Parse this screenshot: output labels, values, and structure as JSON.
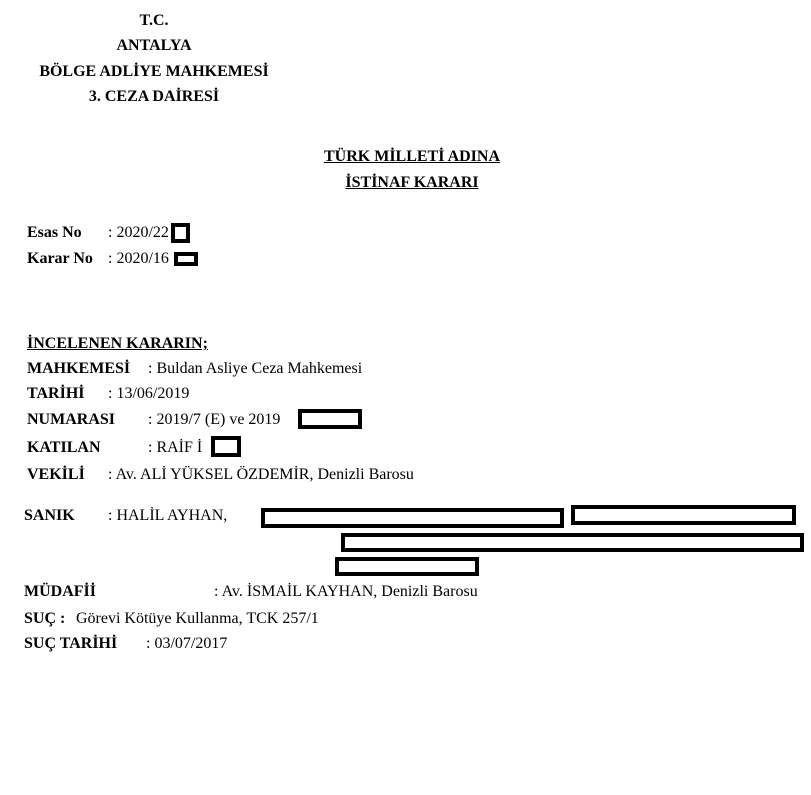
{
  "header": {
    "line1": "T.C.",
    "line2": "ANTALYA",
    "line3": "BÖLGE ADLİYE MAHKEMESİ",
    "line4": "3. CEZA DAİRESİ"
  },
  "title": {
    "line1": "TÜRK MİLLETİ ADINA",
    "line2": "İSTİNAF KARARI"
  },
  "case": {
    "esas_label": "Esas No",
    "esas_value": ": 2020/22",
    "karar_label": "Karar No",
    "karar_value": ": 2020/16"
  },
  "reviewed": {
    "heading": "İNCELENEN KARARIN;",
    "mahkeme_label": "MAHKEMESİ",
    "mahkeme_value": ": Buldan Asliye Ceza Mahkemesi",
    "tarih_label": "TARİHİ",
    "tarih_value": ": 13/06/2019",
    "numara_label": "NUMARASI",
    "numara_value": ": 2019/7 (E) ve 2019",
    "katilan_label": "KATILAN",
    "katilan_value": ": RAİF İ",
    "vekil_label": "VEKİLİ",
    "vekil_value": ": Av. ALİ YÜKSEL ÖZDEMİR, Denizli Barosu"
  },
  "defendant": {
    "sanik_label": "SANIK",
    "sanik_value": ": HALİL  AYHAN,",
    "mudafi_label": "MÜDAFİİ",
    "mudafi_value": ": Av. İSMAİL KAYHAN, Denizli Barosu",
    "suc_label": "SUÇ :",
    "suc_value": "Görevi Kötüye Kullanma, TCK 257/1",
    "suc_tarihi_label": "SUÇ TARİHİ",
    "suc_tarihi_value": ": 03/07/2017"
  }
}
